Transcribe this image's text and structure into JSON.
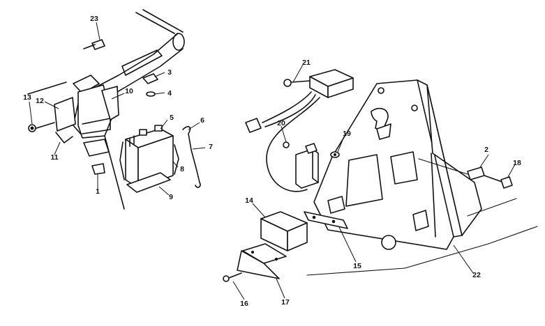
{
  "callouts": [
    {
      "id": "c1",
      "text": "1"
    },
    {
      "id": "c2",
      "text": "2"
    },
    {
      "id": "c3",
      "text": "3"
    },
    {
      "id": "c4",
      "text": "4"
    },
    {
      "id": "c5",
      "text": "5"
    },
    {
      "id": "c6",
      "text": "6"
    },
    {
      "id": "c7",
      "text": "7"
    },
    {
      "id": "c8",
      "text": "8"
    },
    {
      "id": "c9",
      "text": "9"
    },
    {
      "id": "c10",
      "text": "10"
    },
    {
      "id": "c11",
      "text": "11"
    },
    {
      "id": "c12",
      "text": "12"
    },
    {
      "id": "c13",
      "text": "13"
    },
    {
      "id": "c14",
      "text": "14"
    },
    {
      "id": "c15",
      "text": "15"
    },
    {
      "id": "c16",
      "text": "16"
    },
    {
      "id": "c17",
      "text": "17"
    },
    {
      "id": "c18",
      "text": "18"
    },
    {
      "id": "c19",
      "text": "19"
    },
    {
      "id": "c20",
      "text": "20"
    },
    {
      "id": "c21",
      "text": "21"
    },
    {
      "id": "c22",
      "text": "22"
    },
    {
      "id": "c23",
      "text": "23"
    }
  ],
  "colors": {
    "ink": "#111111",
    "paper": "#ffffff"
  }
}
